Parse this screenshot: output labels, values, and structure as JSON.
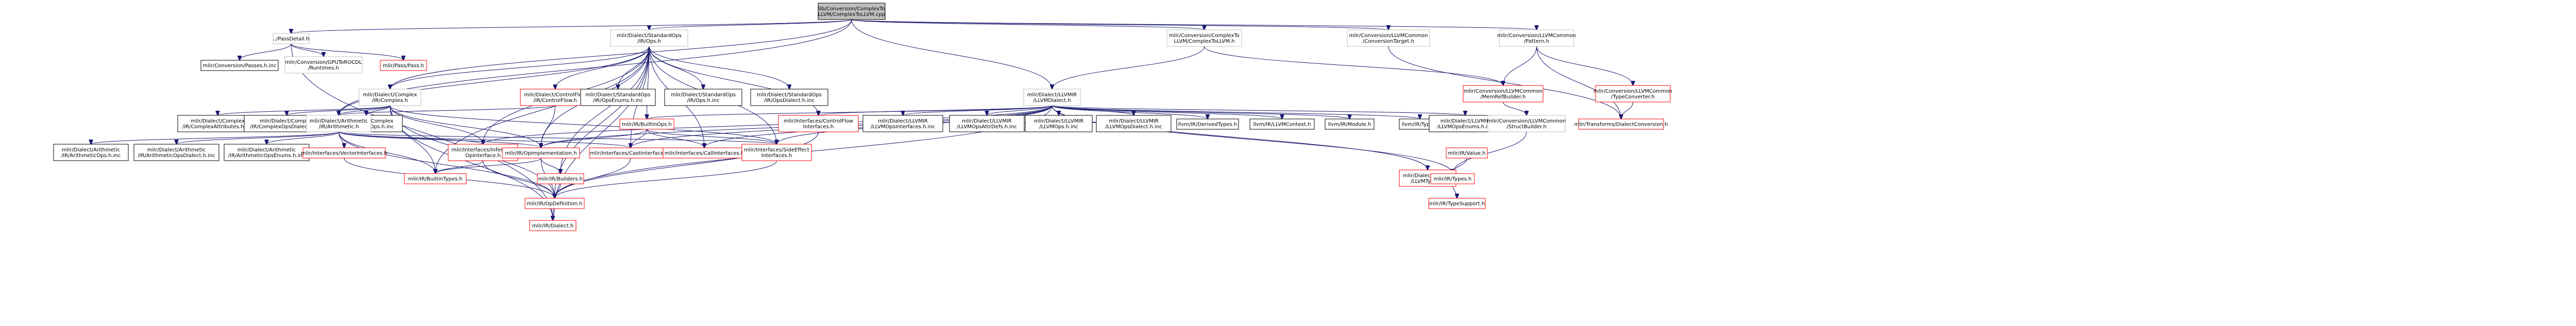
{
  "graph": {
    "nodes": [
      {
        "id": "root",
        "lines": [
          "lib/Conversion/ComplexTo",
          "LLVM/ComplexToLLVM.cpp"
        ],
        "style": "root"
      },
      {
        "id": "passdetail",
        "lines": [
          "../PassDetail.h"
        ],
        "style": "plain"
      },
      {
        "id": "stdops",
        "lines": [
          "mlir/Dialect/StandardOps",
          "/IR/Ops.h"
        ],
        "style": "plain"
      },
      {
        "id": "complex2llvm",
        "lines": [
          "mlir/Conversion/ComplexTo",
          "LLVM/ComplexToLLVM.h"
        ],
        "style": "plain"
      },
      {
        "id": "convtarget",
        "lines": [
          "mlir/Conversion/LLVMCommon",
          "/ConversionTarget.h"
        ],
        "style": "plain"
      },
      {
        "id": "pattern",
        "lines": [
          "mlir/Conversion/LLVMCommon",
          "/Pattern.h"
        ],
        "style": "plain"
      },
      {
        "id": "passesinc",
        "lines": [
          "mlir/Conversion/Passes.h.inc"
        ],
        "style": "missing"
      },
      {
        "id": "gpu2rocdl",
        "lines": [
          "mlir/Conversion/GPUToROCDL",
          "/Runtimes.h"
        ],
        "style": "plain"
      },
      {
        "id": "pass",
        "lines": [
          "mlir/Pass/Pass.h"
        ],
        "style": "red"
      },
      {
        "id": "complexops",
        "lines": [
          "mlir/Dialect/Complex",
          "/IR/Complex.h"
        ],
        "style": "plain"
      },
      {
        "id": "controlflow",
        "lines": [
          "mlir/Dialect/ControlFlow",
          "/IR/ControlFlow.h"
        ],
        "style": "red"
      },
      {
        "id": "stdenums",
        "lines": [
          "mlir/Dialect/StandardOps",
          "/IR/OpsEnums.h.inc"
        ],
        "style": "missing"
      },
      {
        "id": "stdopshinc",
        "lines": [
          "mlir/Dialect/StandardOps",
          "/IR/Ops.h.inc"
        ],
        "style": "missing"
      },
      {
        "id": "stddialect",
        "lines": [
          "mlir/Dialect/StandardOps",
          "/IR/OpsDialect.h.inc"
        ],
        "style": "missing"
      },
      {
        "id": "llvmdialect",
        "lines": [
          "mlir/Dialect/LLVMIR",
          "/LLVMDialect.h"
        ],
        "style": "plain"
      },
      {
        "id": "complexattr",
        "lines": [
          "mlir/Dialect/Complex",
          "/IR/ComplexAttributes.h.inc"
        ],
        "style": "missing"
      },
      {
        "id": "complexdialectinc",
        "lines": [
          "mlir/Dialect/Complex",
          "/IR/ComplexOpsDialect.h.inc"
        ],
        "style": "missing"
      },
      {
        "id": "complexopsinc",
        "lines": [
          "mlir/Dialect/Complex",
          "/IR/ComplexOps.h.inc"
        ],
        "style": "missing"
      },
      {
        "id": "arith",
        "lines": [
          "mlir/Dialect/Arithmetic",
          "/IR/Arithmetic.h"
        ],
        "style": "plain"
      },
      {
        "id": "builtinops",
        "lines": [
          "mlir/IR/BuiltinOps.h"
        ],
        "style": "red"
      },
      {
        "id": "cfinterfaces",
        "lines": [
          "mlir/Interfaces/ControlFlow",
          "Interfaces.h"
        ],
        "style": "red"
      },
      {
        "id": "llvmopsinterfaces",
        "lines": [
          "mlir/Dialect/LLVMIR",
          "/LLVMOpsInterfaces.h.inc"
        ],
        "style": "missing"
      },
      {
        "id": "llvmopsattr",
        "lines": [
          "mlir/Dialect/LLVMIR",
          "/LLVMOpsAttrDefs.h.inc"
        ],
        "style": "missing"
      },
      {
        "id": "llvmopshinc",
        "lines": [
          "mlir/Dialect/LLVMIR",
          "/LLVMOps.h.inc"
        ],
        "style": "missing"
      },
      {
        "id": "llvmdialectinc",
        "lines": [
          "mlir/Dialect/LLVMIR",
          "/LLVMOpsDialect.h.inc"
        ],
        "style": "missing"
      },
      {
        "id": "derivedtypes",
        "lines": [
          "llvm/IR/DerivedTypes.h"
        ],
        "style": "missing"
      },
      {
        "id": "llvmcontext",
        "lines": [
          "llvm/IR/LLVMContext.h"
        ],
        "style": "missing"
      },
      {
        "id": "llvmmodule",
        "lines": [
          "llvm/IR/Module.h"
        ],
        "style": "missing"
      },
      {
        "id": "llvmtype",
        "lines": [
          "llvm/IR/Type.h"
        ],
        "style": "missing"
      },
      {
        "id": "llvmopsenums",
        "lines": [
          "mlir/Dialect/LLVMIR",
          "/LLVMOpsEnums.h.inc"
        ],
        "style": "missing"
      },
      {
        "id": "memrefbuilder",
        "lines": [
          "mlir/Conversion/LLVMCommon",
          "/MemRefBuilder.h"
        ],
        "style": "red"
      },
      {
        "id": "typeconverter",
        "lines": [
          "mlir/Conversion/LLVMCommon",
          "/TypeConverter.h"
        ],
        "style": "red"
      },
      {
        "id": "arithopsinc",
        "lines": [
          "mlir/Dialect/Arithmetic",
          "/IR/ArithmeticOps.h.inc"
        ],
        "style": "missing"
      },
      {
        "id": "arithdialectinc",
        "lines": [
          "mlir/Dialect/Arithmetic",
          "/IR/ArithmeticOpsDialect.h.inc"
        ],
        "style": "missing"
      },
      {
        "id": "arithenumsinc",
        "lines": [
          "mlir/Dialect/Arithmetic",
          "/IR/ArithmeticOpsEnums.h.inc"
        ],
        "style": "missing"
      },
      {
        "id": "vectorinterfaces",
        "lines": [
          "mlir/Interfaces/VectorInterfaces.h"
        ],
        "style": "red"
      },
      {
        "id": "infertype",
        "lines": [
          "mlir/Interfaces/InferType",
          "OpInterface.h"
        ],
        "style": "red"
      },
      {
        "id": "opimpl",
        "lines": [
          "mlir/IR/OpImplementation.h"
        ],
        "style": "red"
      },
      {
        "id": "castinterfaces",
        "lines": [
          "mlir/Interfaces/CastInterfaces.h"
        ],
        "style": "red"
      },
      {
        "id": "callinterfaces",
        "lines": [
          "mlir/Interfaces/CallInterfaces.h"
        ],
        "style": "red"
      },
      {
        "id": "sideeffect",
        "lines": [
          "mlir/Interfaces/SideEffect",
          "Interfaces.h"
        ],
        "style": "red"
      },
      {
        "id": "structbuilder",
        "lines": [
          "mlir/Conversion/LLVMCommon",
          "/StructBuilder.h"
        ],
        "style": "plain"
      },
      {
        "id": "dialectconversion",
        "lines": [
          "mlir/Transforms/DialectConversion.h"
        ],
        "style": "red"
      },
      {
        "id": "builtintypes",
        "lines": [
          "mlir/IR/BuiltinTypes.h"
        ],
        "style": "red"
      },
      {
        "id": "builders",
        "lines": [
          "mlir/IR/Builders.h"
        ],
        "style": "red"
      },
      {
        "id": "llvmtypes",
        "lines": [
          "mlir/Dialect/LLVMIR",
          "/LLVMTypes.h"
        ],
        "style": "red"
      },
      {
        "id": "irvalue",
        "lines": [
          "mlir/IR/Value.h"
        ],
        "style": "red"
      },
      {
        "id": "irtypes",
        "lines": [
          "mlir/IR/Types.h"
        ],
        "style": "red"
      },
      {
        "id": "opdefinition",
        "lines": [
          "mlir/IR/OpDefinition.h"
        ],
        "style": "red"
      },
      {
        "id": "typesupport",
        "lines": [
          "mlir/IR/TypeSupport.h"
        ],
        "style": "red"
      },
      {
        "id": "irdialect",
        "lines": [
          "mlir/IR/Dialect.h"
        ],
        "style": "red"
      }
    ],
    "edges": [
      [
        "root",
        "passdetail"
      ],
      [
        "root",
        "stdops"
      ],
      [
        "root",
        "complex2llvm"
      ],
      [
        "root",
        "convtarget"
      ],
      [
        "root",
        "pattern"
      ],
      [
        "root",
        "llvmdialect"
      ],
      [
        "root",
        "arith"
      ],
      [
        "root",
        "complexops"
      ],
      [
        "passdetail",
        "passesinc"
      ],
      [
        "passdetail",
        "gpu2rocdl"
      ],
      [
        "passdetail",
        "pass"
      ],
      [
        "passdetail",
        "irdialect"
      ],
      [
        "stdops",
        "complexops"
      ],
      [
        "stdops",
        "controlflow"
      ],
      [
        "stdops",
        "stdenums"
      ],
      [
        "stdops",
        "stdopshinc"
      ],
      [
        "stdops",
        "stddialect"
      ],
      [
        "stdops",
        "arith"
      ],
      [
        "stdops",
        "builtinops"
      ],
      [
        "stdops",
        "cfinterfaces"
      ],
      [
        "stdops",
        "callinterfaces"
      ],
      [
        "stdops",
        "castinterfaces"
      ],
      [
        "stdops",
        "opimpl"
      ],
      [
        "stdops",
        "builders"
      ],
      [
        "stdops",
        "infertype"
      ],
      [
        "stdops",
        "sideeffect"
      ],
      [
        "stdops",
        "builtintypes"
      ],
      [
        "stdops",
        "opdefinition"
      ],
      [
        "stdops",
        "irdialect"
      ],
      [
        "complex2llvm",
        "llvmdialect"
      ],
      [
        "complex2llvm",
        "memrefbuilder"
      ],
      [
        "convtarget",
        "dialectconversion"
      ],
      [
        "pattern",
        "memrefbuilder"
      ],
      [
        "pattern",
        "typeconverter"
      ],
      [
        "pattern",
        "dialectconversion"
      ],
      [
        "complexops",
        "complexattr"
      ],
      [
        "complexops",
        "complexdialectinc"
      ],
      [
        "complexops",
        "complexopsinc"
      ],
      [
        "complexops",
        "arith"
      ],
      [
        "complexops",
        "opimpl"
      ],
      [
        "complexops",
        "infertype"
      ],
      [
        "complexops",
        "sideeffect"
      ],
      [
        "complexops",
        "builtintypes"
      ],
      [
        "complexops",
        "opdefinition"
      ],
      [
        "complexops",
        "irdialect"
      ],
      [
        "controlflow",
        "arith"
      ],
      [
        "controlflow",
        "opimpl"
      ],
      [
        "llvmdialect",
        "llvmopsinterfaces"
      ],
      [
        "llvmdialect",
        "llvmopsattr"
      ],
      [
        "llvmdialect",
        "llvmopshinc"
      ],
      [
        "llvmdialect",
        "llvmdialectinc"
      ],
      [
        "llvmdialect",
        "derivedtypes"
      ],
      [
        "llvmdialect",
        "llvmcontext"
      ],
      [
        "llvmdialect",
        "llvmmodule"
      ],
      [
        "llvmdialect",
        "llvmtype"
      ],
      [
        "llvmdialect",
        "llvmopsenums"
      ],
      [
        "llvmdialect",
        "llvmtypes"
      ],
      [
        "llvmdialect",
        "cfinterfaces"
      ],
      [
        "llvmdialect",
        "builtinops"
      ],
      [
        "llvmdialect",
        "opimpl"
      ],
      [
        "llvmdialect",
        "sideeffect"
      ],
      [
        "llvmdialect",
        "infertype"
      ],
      [
        "llvmdialect",
        "castinterfaces"
      ],
      [
        "llvmdialect",
        "callinterfaces"
      ],
      [
        "llvmdialect",
        "irtypes"
      ],
      [
        "llvmdialect",
        "opdefinition"
      ],
      [
        "arith",
        "arithopsinc"
      ],
      [
        "arith",
        "arithdialectinc"
      ],
      [
        "arith",
        "arithenumsinc"
      ],
      [
        "arith",
        "vectorinterfaces"
      ],
      [
        "arith",
        "infertype"
      ],
      [
        "arith",
        "opimpl"
      ],
      [
        "arith",
        "castinterfaces"
      ],
      [
        "arith",
        "sideeffect"
      ],
      [
        "arith",
        "builtintypes"
      ],
      [
        "arith",
        "opdefinition"
      ],
      [
        "builtinops",
        "callinterfaces"
      ],
      [
        "builtinops",
        "castinterfaces"
      ],
      [
        "builtinops",
        "sideeffect"
      ],
      [
        "builtinops",
        "opimpl"
      ],
      [
        "cfinterfaces",
        "opdefinition"
      ],
      [
        "memrefbuilder",
        "structbuilder"
      ],
      [
        "typeconverter",
        "dialectconversion"
      ],
      [
        "vectorinterfaces",
        "opdefinition"
      ],
      [
        "infertype",
        "builtintypes"
      ],
      [
        "infertype",
        "opdefinition"
      ],
      [
        "opimpl",
        "builders"
      ],
      [
        "opimpl",
        "opdefinition"
      ],
      [
        "opimpl",
        "builtintypes"
      ],
      [
        "castinterfaces",
        "opdefinition"
      ],
      [
        "sideeffect",
        "opdefinition"
      ],
      [
        "structbuilder",
        "irtypes"
      ],
      [
        "builders",
        "opdefinition"
      ],
      [
        "llvmtypes",
        "irtypes"
      ],
      [
        "irvalue",
        "irtypes"
      ],
      [
        "irtypes",
        "typesupport"
      ],
      [
        "opdefinition",
        "irdialect"
      ]
    ]
  }
}
